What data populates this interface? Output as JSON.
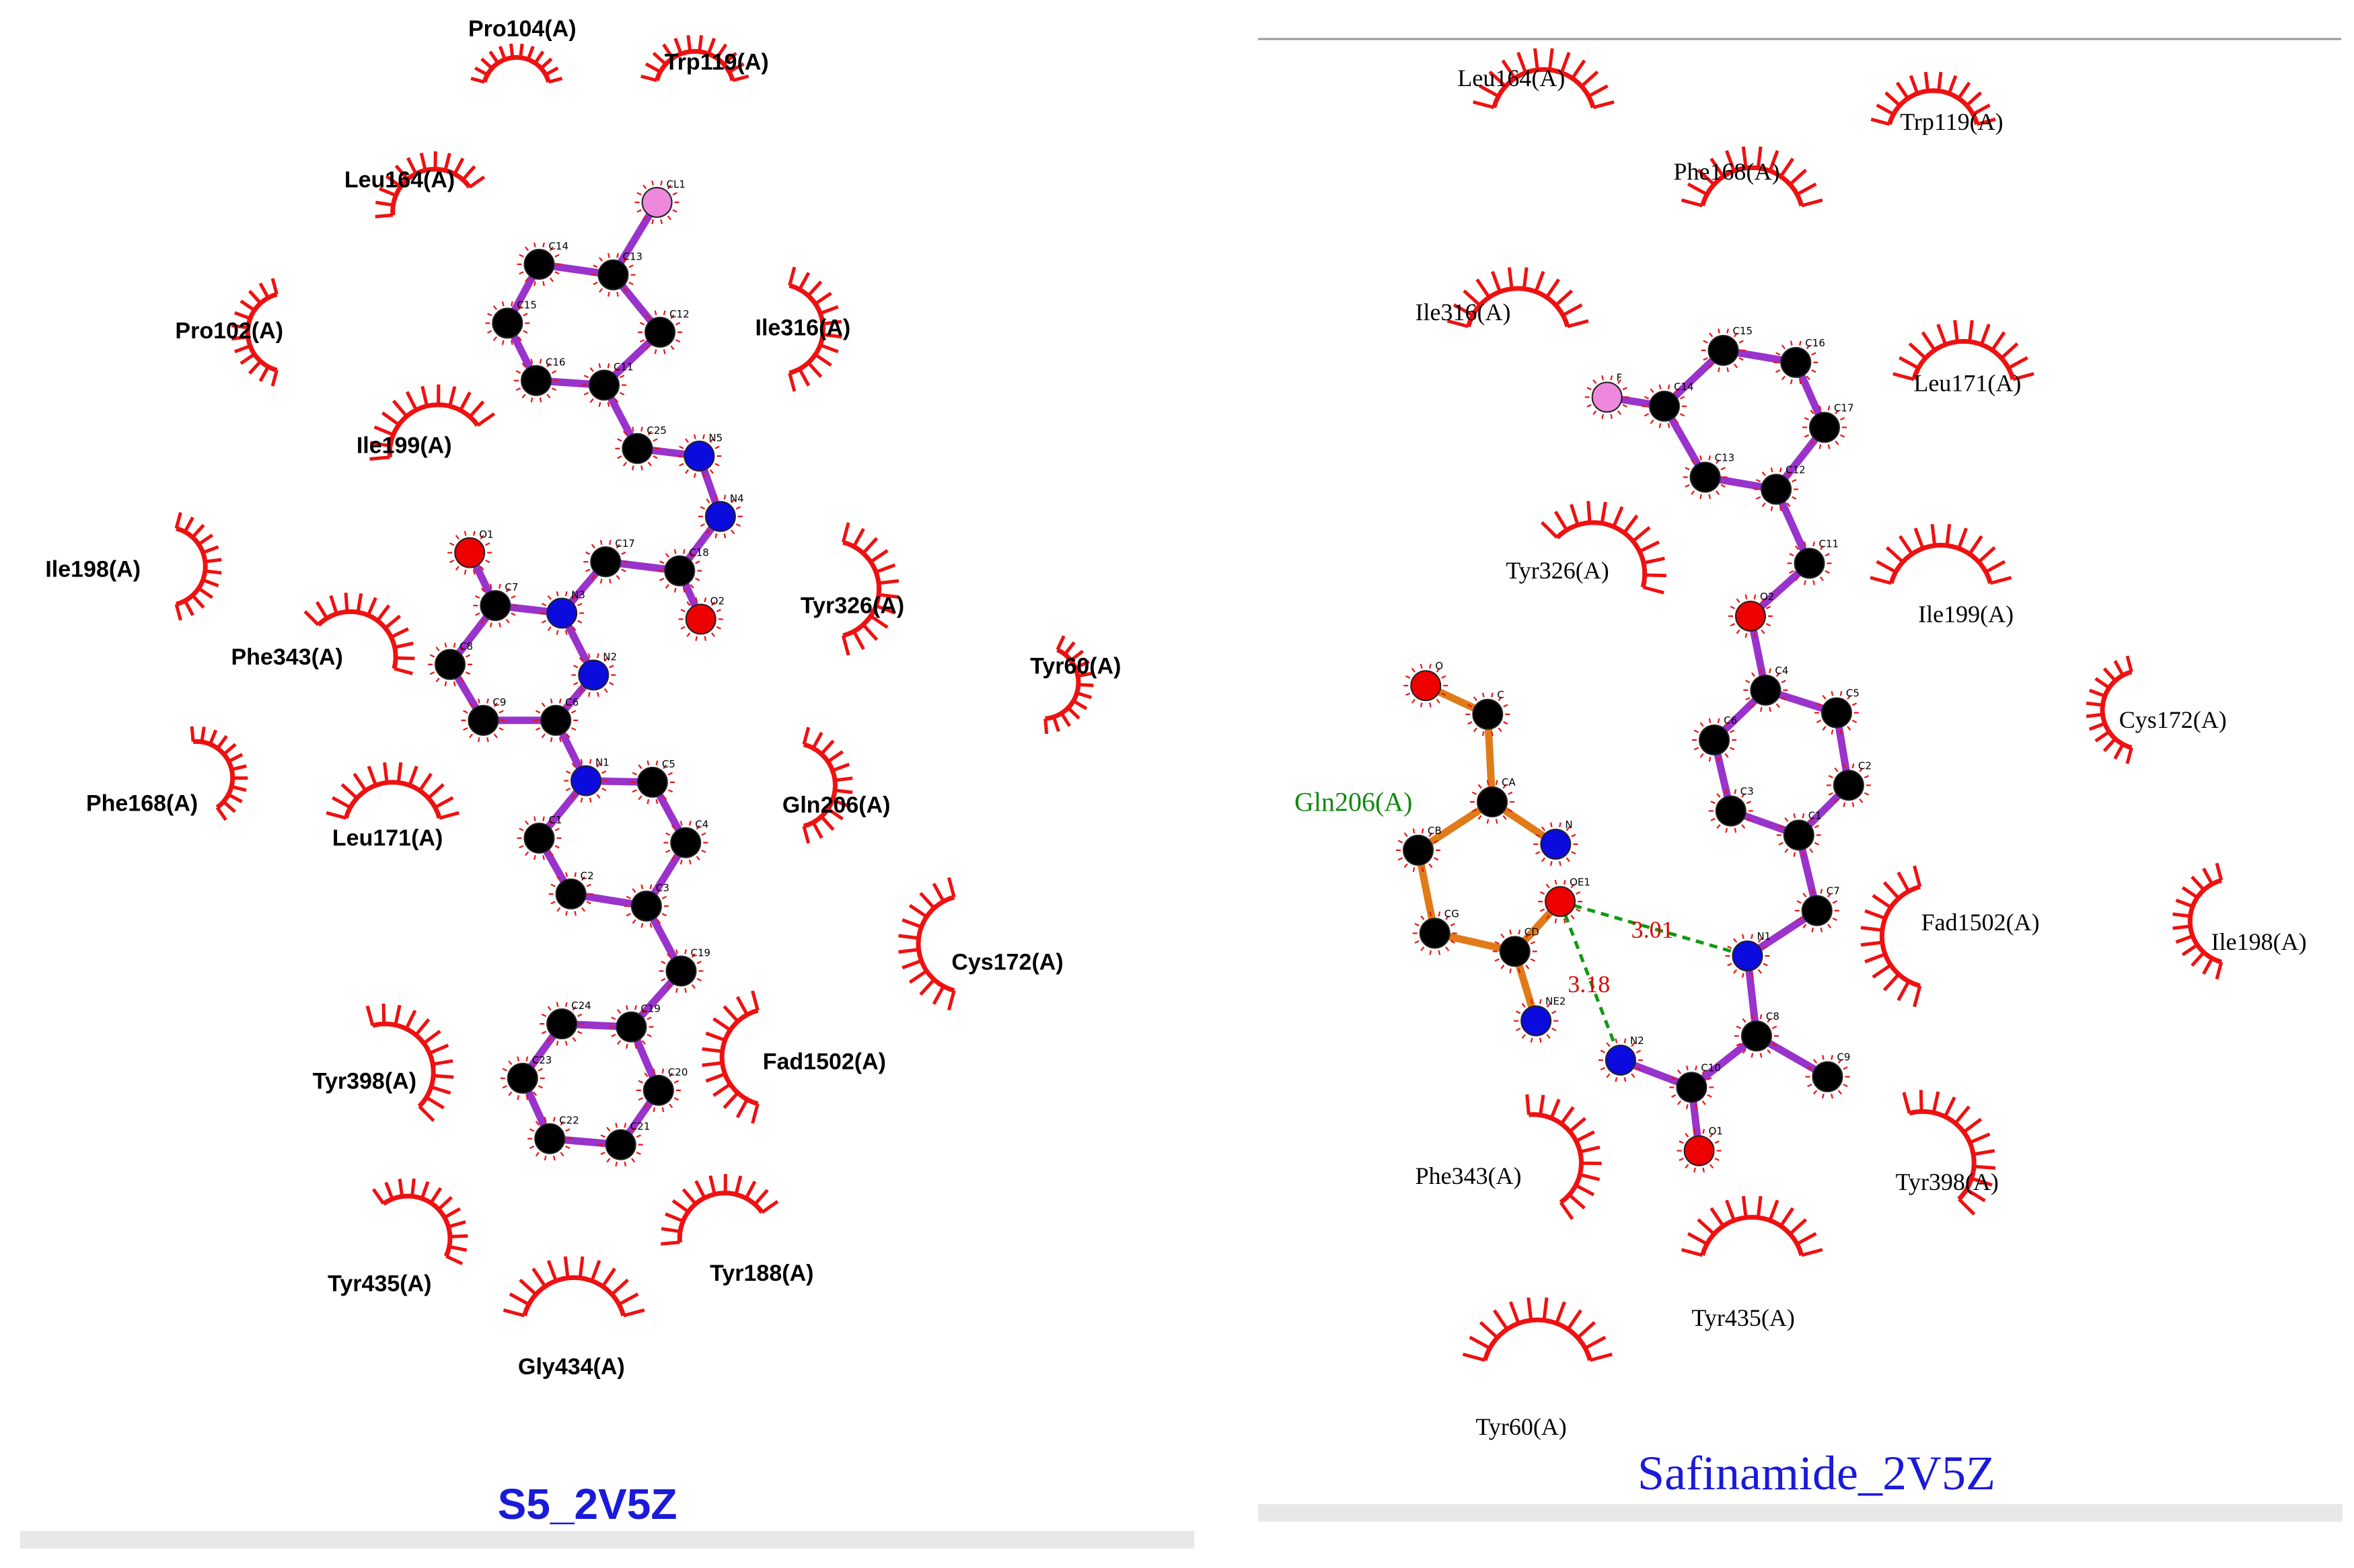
{
  "colors": {
    "arc": "#ee1111",
    "bond_ligand": "#9933cc",
    "bond_residue": "#e07b1a",
    "hbond": "#119911",
    "carbon": "#000000",
    "nitrogen": "#0b0bdd",
    "oxygen": "#ee0000",
    "halogen": "#ee88dd",
    "caption": "#1a1ad8",
    "residue_label": "#000000",
    "hbond_residue_label": "#118811",
    "distance_label": "#dd0000",
    "bar": "#e8e8e8"
  },
  "panels": [
    {
      "caption": "S5_2V5Z",
      "font": "sans",
      "residues": [
        {
          "label": "Pro104(A)"
        },
        {
          "label": "Trp119(A)"
        },
        {
          "label": "Leu164(A)"
        },
        {
          "label": "Pro102(A)"
        },
        {
          "label": "Ile316(A)"
        },
        {
          "label": "Ile199(A)"
        },
        {
          "label": "Ile198(A)"
        },
        {
          "label": "Tyr326(A)"
        },
        {
          "label": "Phe343(A)"
        },
        {
          "label": "Tyr60(A)"
        },
        {
          "label": "Phe168(A)"
        },
        {
          "label": "Leu171(A)"
        },
        {
          "label": "Gln206(A)"
        },
        {
          "label": "Cys172(A)"
        },
        {
          "label": "Fad1502(A)"
        },
        {
          "label": "Tyr398(A)"
        },
        {
          "label": "Tyr435(A)"
        },
        {
          "label": "Tyr188(A)"
        },
        {
          "label": "Gly434(A)"
        }
      ],
      "atoms": [
        {
          "name": "CL1",
          "element": "Cl"
        },
        {
          "name": "C13",
          "element": "C"
        },
        {
          "name": "C14",
          "element": "C"
        },
        {
          "name": "C15",
          "element": "C"
        },
        {
          "name": "C12",
          "element": "C"
        },
        {
          "name": "C16",
          "element": "C"
        },
        {
          "name": "C11",
          "element": "C"
        },
        {
          "name": "C25",
          "element": "C"
        },
        {
          "name": "N5",
          "element": "N"
        },
        {
          "name": "N4",
          "element": "N"
        },
        {
          "name": "C18",
          "element": "C"
        },
        {
          "name": "O2",
          "element": "O"
        },
        {
          "name": "C17",
          "element": "C"
        },
        {
          "name": "N3",
          "element": "N"
        },
        {
          "name": "C7",
          "element": "C"
        },
        {
          "name": "O1",
          "element": "O"
        },
        {
          "name": "C8",
          "element": "C"
        },
        {
          "name": "C9",
          "element": "C"
        },
        {
          "name": "C6",
          "element": "C"
        },
        {
          "name": "N2",
          "element": "N"
        },
        {
          "name": "N1",
          "element": "N"
        },
        {
          "name": "C5",
          "element": "C"
        },
        {
          "name": "C4",
          "element": "C"
        },
        {
          "name": "C1",
          "element": "C"
        },
        {
          "name": "C2",
          "element": "C"
        },
        {
          "name": "C3",
          "element": "C"
        },
        {
          "name": "C19",
          "element": "C"
        },
        {
          "name": "C19",
          "element": "C"
        },
        {
          "name": "C24",
          "element": "C"
        },
        {
          "name": "C23",
          "element": "C"
        },
        {
          "name": "C20",
          "element": "C"
        },
        {
          "name": "C22",
          "element": "C"
        },
        {
          "name": "C21",
          "element": "C"
        }
      ]
    },
    {
      "caption": "Safinamide_2V5Z",
      "font": "serif",
      "residues": [
        {
          "label": "Leu164(A)"
        },
        {
          "label": "Trp119(A)"
        },
        {
          "label": "Phe168(A)"
        },
        {
          "label": "Ile316(A)"
        },
        {
          "label": "Leu171(A)"
        },
        {
          "label": "Tyr326(A)"
        },
        {
          "label": "Ile199(A)"
        },
        {
          "label": "Cys172(A)"
        },
        {
          "label": "Fad1502(A)"
        },
        {
          "label": "Ile198(A)"
        },
        {
          "label": "Phe343(A)"
        },
        {
          "label": "Tyr398(A)"
        },
        {
          "label": "Tyr435(A)"
        },
        {
          "label": "Tyr60(A)"
        }
      ],
      "hbond_residue": "Gln206(A)",
      "distances": [
        "3.01",
        "3.18"
      ],
      "atoms": [
        {
          "name": "F",
          "element": "F"
        },
        {
          "name": "C14",
          "element": "C"
        },
        {
          "name": "C15",
          "element": "C"
        },
        {
          "name": "C16",
          "element": "C"
        },
        {
          "name": "C17",
          "element": "C"
        },
        {
          "name": "C12",
          "element": "C"
        },
        {
          "name": "C13",
          "element": "C"
        },
        {
          "name": "C11",
          "element": "C"
        },
        {
          "name": "O2",
          "element": "O"
        },
        {
          "name": "C4",
          "element": "C"
        },
        {
          "name": "C5",
          "element": "C"
        },
        {
          "name": "C6",
          "element": "C"
        },
        {
          "name": "C2",
          "element": "C"
        },
        {
          "name": "C3",
          "element": "C"
        },
        {
          "name": "C1",
          "element": "C"
        },
        {
          "name": "C7",
          "element": "C"
        },
        {
          "name": "N1",
          "element": "N"
        },
        {
          "name": "C8",
          "element": "C"
        },
        {
          "name": "C9",
          "element": "C"
        },
        {
          "name": "C10",
          "element": "C"
        },
        {
          "name": "O1",
          "element": "O"
        },
        {
          "name": "N2",
          "element": "N"
        },
        {
          "name": "O",
          "element": "O"
        },
        {
          "name": "C",
          "element": "C"
        },
        {
          "name": "CA",
          "element": "C"
        },
        {
          "name": "N",
          "element": "N"
        },
        {
          "name": "CB",
          "element": "C"
        },
        {
          "name": "CG",
          "element": "C"
        },
        {
          "name": "CD",
          "element": "C"
        },
        {
          "name": "OE1",
          "element": "O"
        },
        {
          "name": "NE2",
          "element": "N"
        }
      ]
    }
  ]
}
